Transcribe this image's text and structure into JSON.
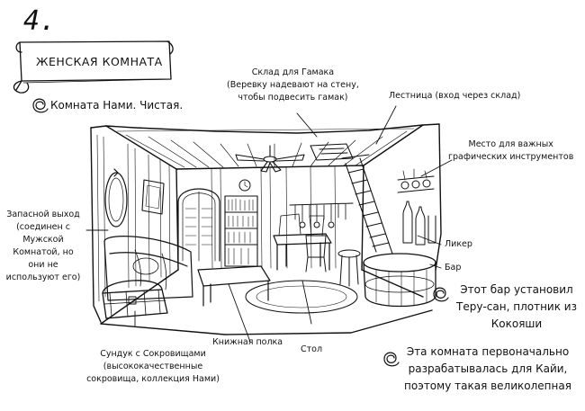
{
  "page": {
    "number": "4.",
    "title": "ЖЕНСКАЯ КОМНАТА",
    "note_room": "Комната Нами. Чистая."
  },
  "labels": {
    "storage": [
      "Склад для Гамака",
      "(Веревку надевают на стену,",
      "чтобы подвесить гамак)"
    ],
    "ladder": [
      "Лестница (вход через склад)"
    ],
    "instruments": [
      "Место для важных",
      "графических инструментов"
    ],
    "exit": [
      "Запасной выход",
      "(соединен с",
      "Мужской",
      "Комнатой, но",
      "они не",
      "используют его)"
    ],
    "liquor": [
      "Ликер"
    ],
    "bar": [
      "Бар"
    ],
    "chest": [
      "Сундук с Сокровищами",
      "(высококачественные",
      "сокровища, коллекция Нами)"
    ],
    "bookshelf": [
      "Книжная полка"
    ],
    "table": [
      "Стол"
    ]
  },
  "notes": {
    "bar_note": [
      "Этот бар установил",
      "Теру-сан, плотник из",
      "Кокояши"
    ],
    "design_note": [
      "Эта комната первоначально",
      "разрабатывалась для Кайи,",
      "поэтому такая великолепная"
    ]
  },
  "colors": {
    "ink": "#111111",
    "paper": "#ffffff"
  }
}
